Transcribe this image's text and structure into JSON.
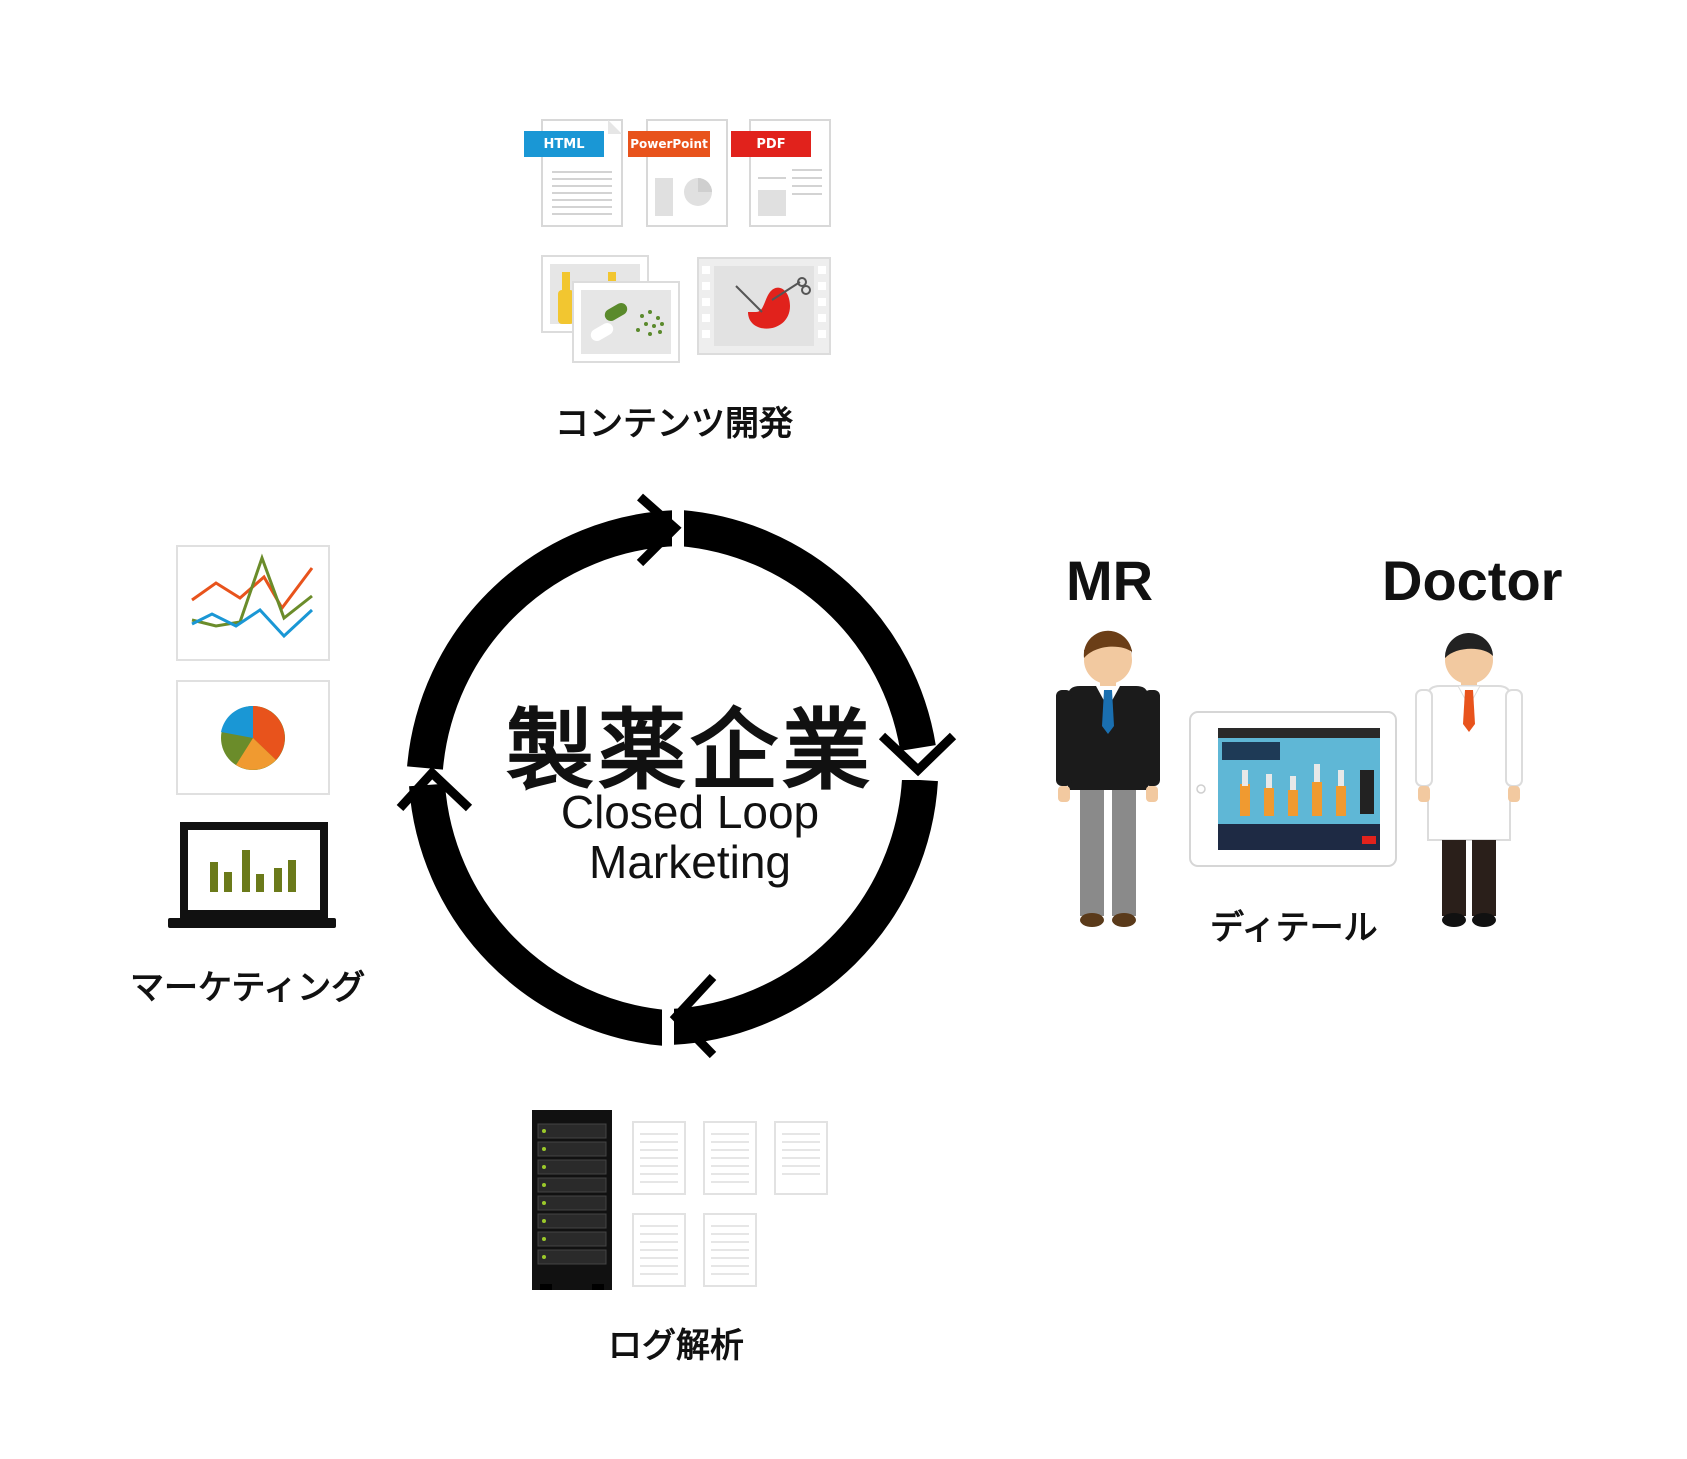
{
  "center": {
    "title": "製薬企業",
    "subtitle_line1": "Closed Loop",
    "subtitle_line2": "Marketing"
  },
  "sections": {
    "content_dev": "コンテンツ開発",
    "marketing": "マーケティング",
    "log_analysis": "ログ解析",
    "detail": "ディテール"
  },
  "roles": {
    "mr": "MR",
    "doctor": "Doctor"
  },
  "file_tags": {
    "html": "HTML",
    "powerpoint": "PowerPoint",
    "pdf": "PDF"
  },
  "colors": {
    "html_tag": "#1a97d5",
    "powerpoint_tag": "#e8531c",
    "pdf_tag": "#e1221c",
    "arrow": "#000000"
  }
}
